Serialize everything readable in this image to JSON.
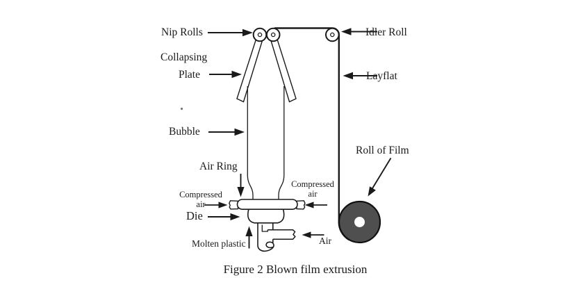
{
  "figure": {
    "caption": "Figure 2 Blown film extrusion",
    "labels": {
      "nip_rolls": "Nip Rolls",
      "collapsing_line1": "Collapsing",
      "collapsing_line2": "Plate",
      "idler_roll": "Idler Roll",
      "layflat": "Layflat",
      "bubble": "Bubble",
      "roll_of_film": "Roll of Film",
      "air_ring": "Air Ring",
      "compressed_left_line1": "Compressed",
      "compressed_left_line2": "air",
      "die": "Die",
      "compressed_right_line1": "Compressed",
      "compressed_right_line2": "air",
      "molten_plastic": "Molten plastic",
      "air": "Air"
    },
    "colors": {
      "line": "#1a1a1a",
      "roll_fill": "#4f4f4f",
      "background": "#ffffff"
    }
  }
}
